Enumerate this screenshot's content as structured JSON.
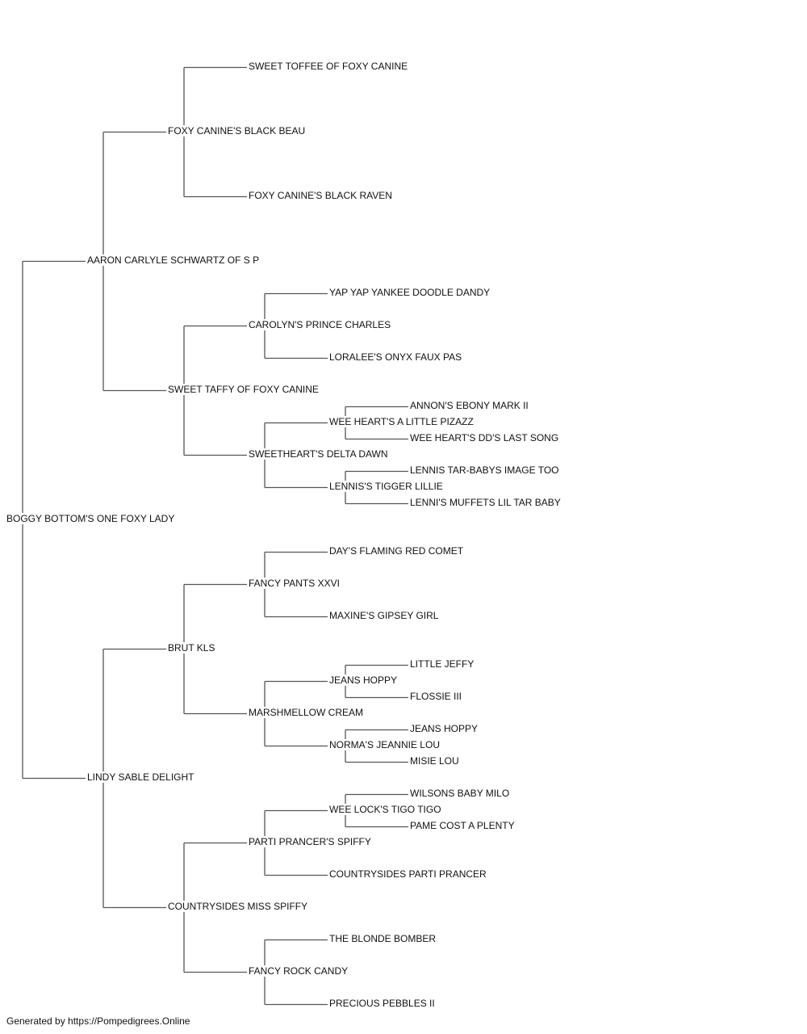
{
  "colors": {
    "line": "#555555",
    "text": "#111111",
    "background": "#ffffff"
  },
  "pedigree": {
    "name": "BOGGY BOTTOM'S ONE FOXY LADY",
    "sire": {
      "name": "AARON CARLYLE SCHWARTZ OF S P",
      "sire": {
        "name": "FOXY CANINE'S BLACK BEAU",
        "sire": {
          "name": "SWEET TOFFEE OF FOXY CANINE"
        },
        "dam": {
          "name": "FOXY CANINE'S BLACK RAVEN"
        }
      },
      "dam": {
        "name": "SWEET TAFFY OF FOXY CANINE",
        "sire": {
          "name": "CAROLYN'S PRINCE CHARLES",
          "sire": {
            "name": "YAP YAP YANKEE DOODLE DANDY"
          },
          "dam": {
            "name": "LORALEE'S ONYX FAUX PAS"
          }
        },
        "dam": {
          "name": "SWEETHEART'S DELTA DAWN",
          "sire": {
            "name": "WEE HEART'S A LITTLE PIZAZZ",
            "sire": {
              "name": "ANNON'S EBONY MARK II"
            },
            "dam": {
              "name": "WEE HEART'S DD'S LAST SONG"
            }
          },
          "dam": {
            "name": "LENNIS'S TIGGER LILLIE",
            "sire": {
              "name": "LENNIS TAR-BABYS IMAGE TOO"
            },
            "dam": {
              "name": "LENNI'S MUFFETS LIL TAR BABY"
            }
          }
        }
      }
    },
    "dam": {
      "name": "LINDY SABLE DELIGHT",
      "sire": {
        "name": "BRUT KLS",
        "sire": {
          "name": "FANCY PANTS XXVI",
          "sire": {
            "name": "DAY'S FLAMING RED COMET"
          },
          "dam": {
            "name": "MAXINE'S GIPSEY GIRL"
          }
        },
        "dam": {
          "name": "MARSHMELLOW CREAM",
          "sire": {
            "name": "JEANS HOPPY",
            "sire": {
              "name": "LITTLE JEFFY"
            },
            "dam": {
              "name": "FLOSSIE III"
            }
          },
          "dam": {
            "name": "NORMA'S JEANNIE LOU",
            "sire": {
              "name": "JEANS HOPPY"
            },
            "dam": {
              "name": "MISIE LOU"
            }
          }
        }
      },
      "dam": {
        "name": "COUNTRYSIDES MISS SPIFFY",
        "sire": {
          "name": "PARTI PRANCER'S SPIFFY",
          "sire": {
            "name": "WEE LOCK'S TIGO TIGO",
            "sire": {
              "name": "WILSONS BABY MILO"
            },
            "dam": {
              "name": "PAME COST A PLENTY"
            }
          },
          "dam": {
            "name": "COUNTRYSIDES PARTI PRANCER"
          }
        },
        "dam": {
          "name": "FANCY ROCK CANDY",
          "sire": {
            "name": "THE BLONDE BOMBER"
          },
          "dam": {
            "name": "PRECIOUS PEBBLES II"
          }
        }
      }
    }
  },
  "footer": "Generated by https://Pompedigrees.Online"
}
